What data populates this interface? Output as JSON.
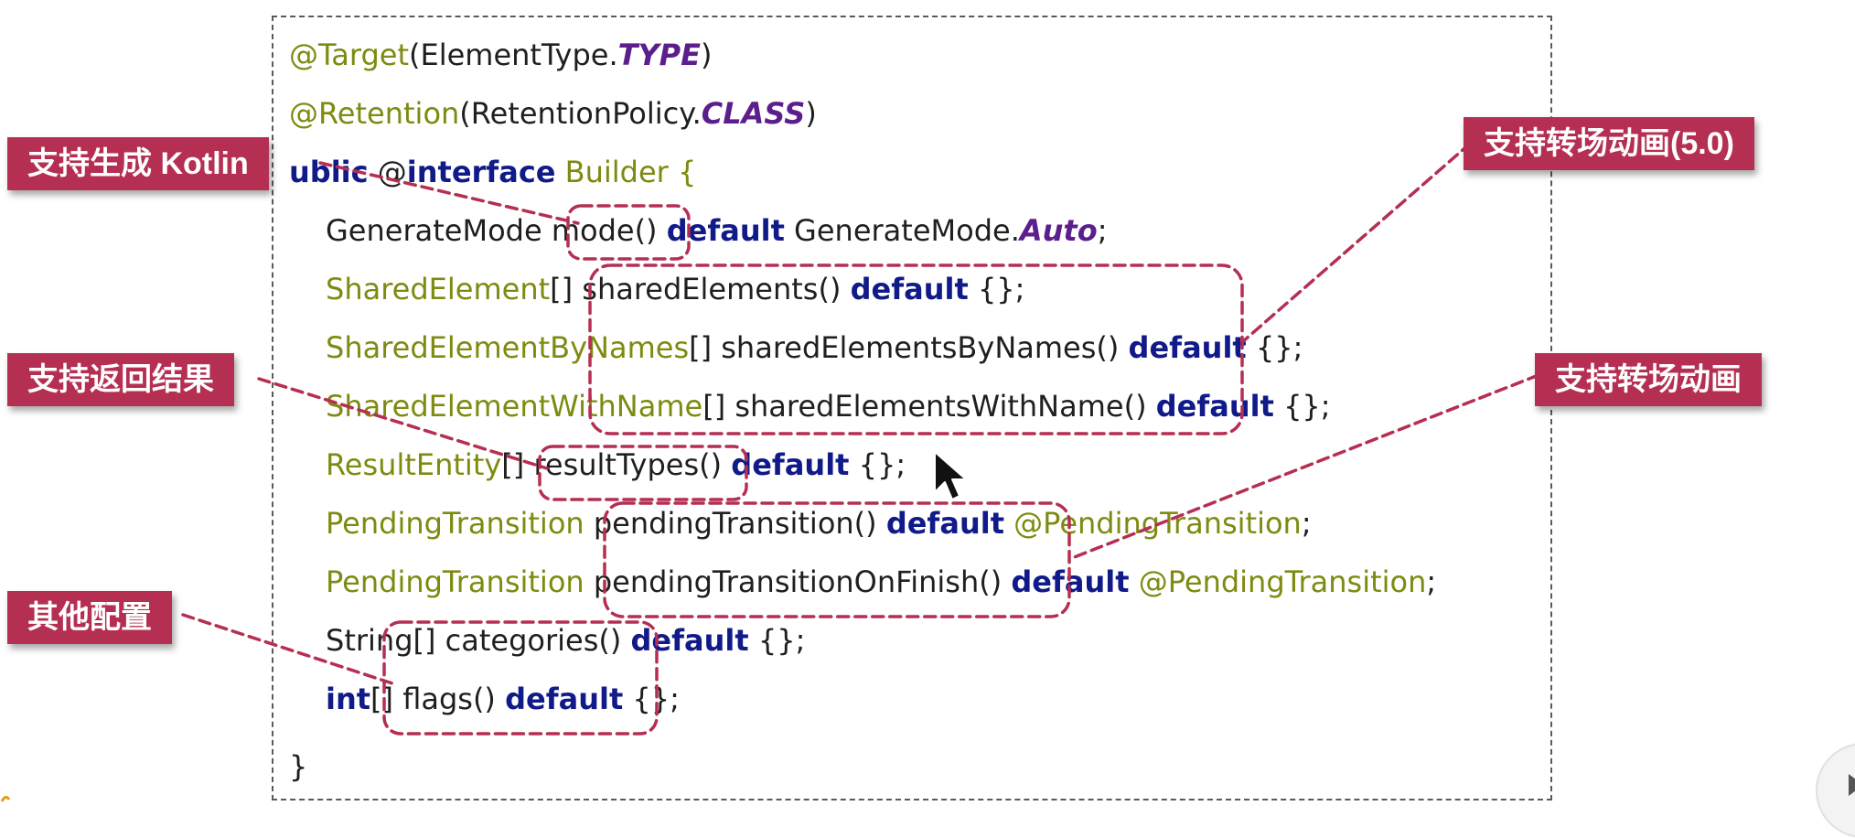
{
  "code": {
    "line1": {
      "at_target": "@Target",
      "open": "(ElementType.",
      "type": "TYPE",
      "close": ")"
    },
    "line2": {
      "at_retention": "@Retention",
      "open": "(RetentionPolicy.",
      "cls": "CLASS",
      "close": ")"
    },
    "line3": {
      "public_kw": "ublic",
      "sp": " @",
      "interface_kw": "interface",
      "name": " Builder {"
    },
    "line4": {
      "type": "GenerateMode ",
      "method": "mode()",
      "sp": " ",
      "default_kw": "default",
      "value": " GenerateMode.",
      "auto": "Auto",
      "end": ";"
    },
    "line5": {
      "type": "SharedElement",
      "arr": "[] ",
      "method": "sharedElements()",
      "sp": " ",
      "default_kw": "default",
      "end": " {};"
    },
    "line6": {
      "type": "SharedElementByNames",
      "arr": "[] ",
      "method": "sharedElementsByNames()",
      "sp": " ",
      "default_kw": "default",
      "end": " {};"
    },
    "line7": {
      "type": "SharedElementWithName",
      "arr": "[] ",
      "method": "sharedElementsWithName()",
      "sp": " ",
      "default_kw": "default",
      "end": " {};"
    },
    "line8": {
      "type": "ResultEntity",
      "arr": "[] ",
      "method": "resultTypes()",
      "sp": " ",
      "default_kw": "default",
      "end": " {};"
    },
    "line9": {
      "type": "PendingTransition",
      "sp0": " ",
      "method": "pendingTransition()",
      "sp": " ",
      "default_kw": "default",
      "ann": " @PendingTransition",
      "end": ";"
    },
    "line10": {
      "type": "PendingTransition",
      "sp0": " ",
      "method": "pendingTransitionOnFinish()",
      "sp": " ",
      "default_kw": "default",
      "ann": " @PendingTransition",
      "end": ";"
    },
    "line11": {
      "type": "String[] ",
      "method": "categories()",
      "sp": " ",
      "default_kw": "default",
      "end": " {};"
    },
    "line12": {
      "int_kw": "int",
      "arr": "[] ",
      "method": "flags()",
      "sp": " ",
      "default_kw": "default",
      "end": " {};"
    },
    "line13": {
      "close": "}"
    }
  },
  "callouts": {
    "kotlin": "支持生成 Kotlin",
    "shared_anim_50": "支持转场动画(5.0)",
    "result": "支持返回结果",
    "anim": "支持转场动画",
    "other": "其他配置"
  },
  "colors": {
    "callout_bg": "#b52f52",
    "annotation": "#7f8a10",
    "keyword": "#101a88",
    "constant": "#5b1e8c"
  },
  "icons": {
    "cursor": "mouse-pointer-icon",
    "player": "play-button-icon"
  }
}
